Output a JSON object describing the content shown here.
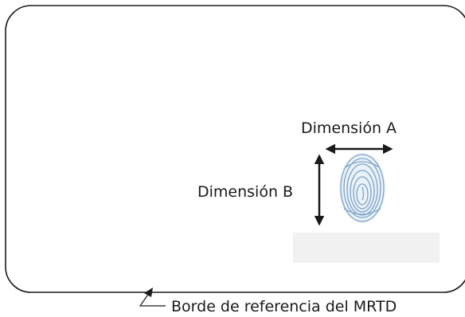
{
  "labels": {
    "dimension_a": "Dimensión A",
    "dimension_b": "Dimensión B",
    "reference_edge": "Borde de referencia del MRTD"
  },
  "icons": {
    "fingerprint": "fingerprint-icon"
  },
  "colors": {
    "outline": "#1a1a1a",
    "fingerprint": "#6f9ac4",
    "shadow": "#f1f1f1"
  }
}
